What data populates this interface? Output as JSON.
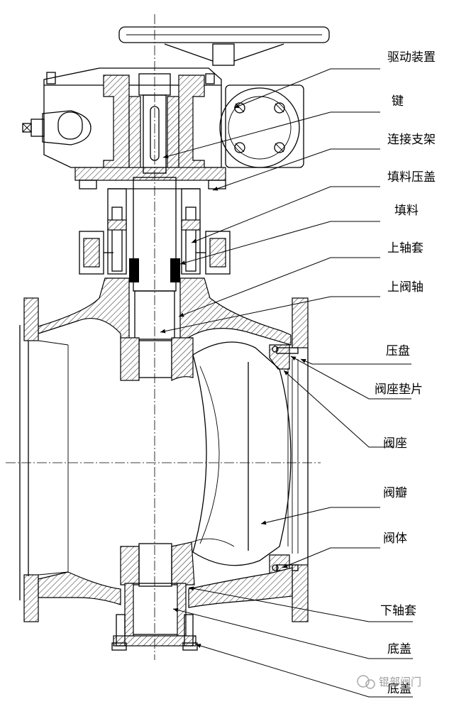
{
  "labels": {
    "drive": "驱动装置",
    "key": "键",
    "bracket": "连接支架",
    "gland": "填料压盖",
    "packing": "填料",
    "upper_bushing": "上轴套",
    "upper_stem": "上阀轴",
    "press_plate": "压盘",
    "seat_gasket": "阀座垫片",
    "seat": "阀座",
    "disc": "阀瓣",
    "body": "阀体",
    "lower_bushing": "下轴套",
    "bottom_cover": "底盖",
    "bottom_cover_2": "底盖"
  },
  "watermark": "锟部阀门"
}
